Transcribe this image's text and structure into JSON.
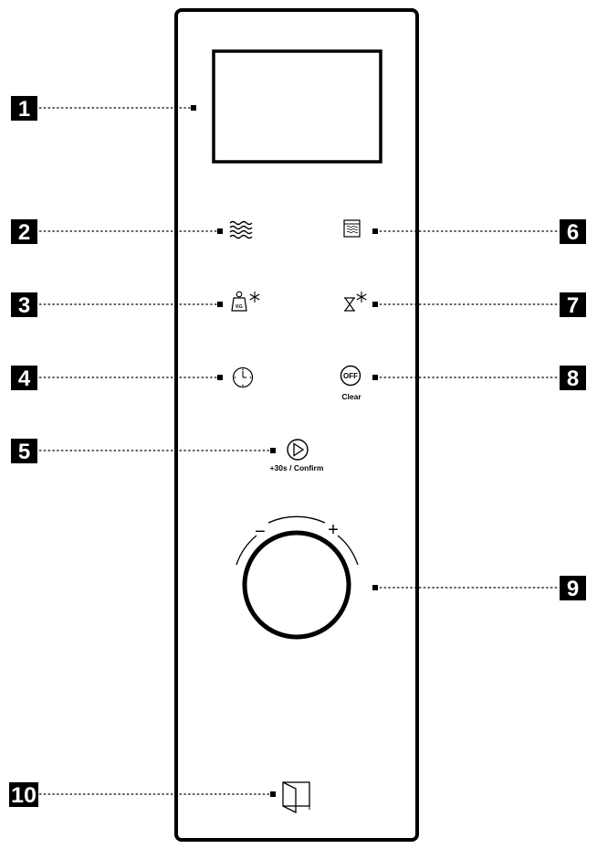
{
  "callouts": [
    {
      "number": "1",
      "target": "display"
    },
    {
      "number": "2",
      "target": "microwave-button"
    },
    {
      "number": "3",
      "target": "weight-defrost-button"
    },
    {
      "number": "4",
      "target": "clock-button"
    },
    {
      "number": "5",
      "target": "start-button"
    },
    {
      "number": "6",
      "target": "grill-button"
    },
    {
      "number": "7",
      "target": "time-defrost-button"
    },
    {
      "number": "8",
      "target": "stop-button"
    },
    {
      "number": "9",
      "target": "control-dial"
    },
    {
      "number": "10",
      "target": "door-release-button"
    }
  ],
  "buttons": {
    "weight_defrost_mark": "KG",
    "stop_symbol": "OFF",
    "stop_caption": "Clear",
    "start_caption": "+30s / Confirm"
  },
  "dial": {
    "minus_symbol": "−",
    "plus_symbol": "+"
  },
  "colors": {
    "ink": "#000000",
    "background": "#ffffff",
    "label_text": "#ffffff"
  }
}
